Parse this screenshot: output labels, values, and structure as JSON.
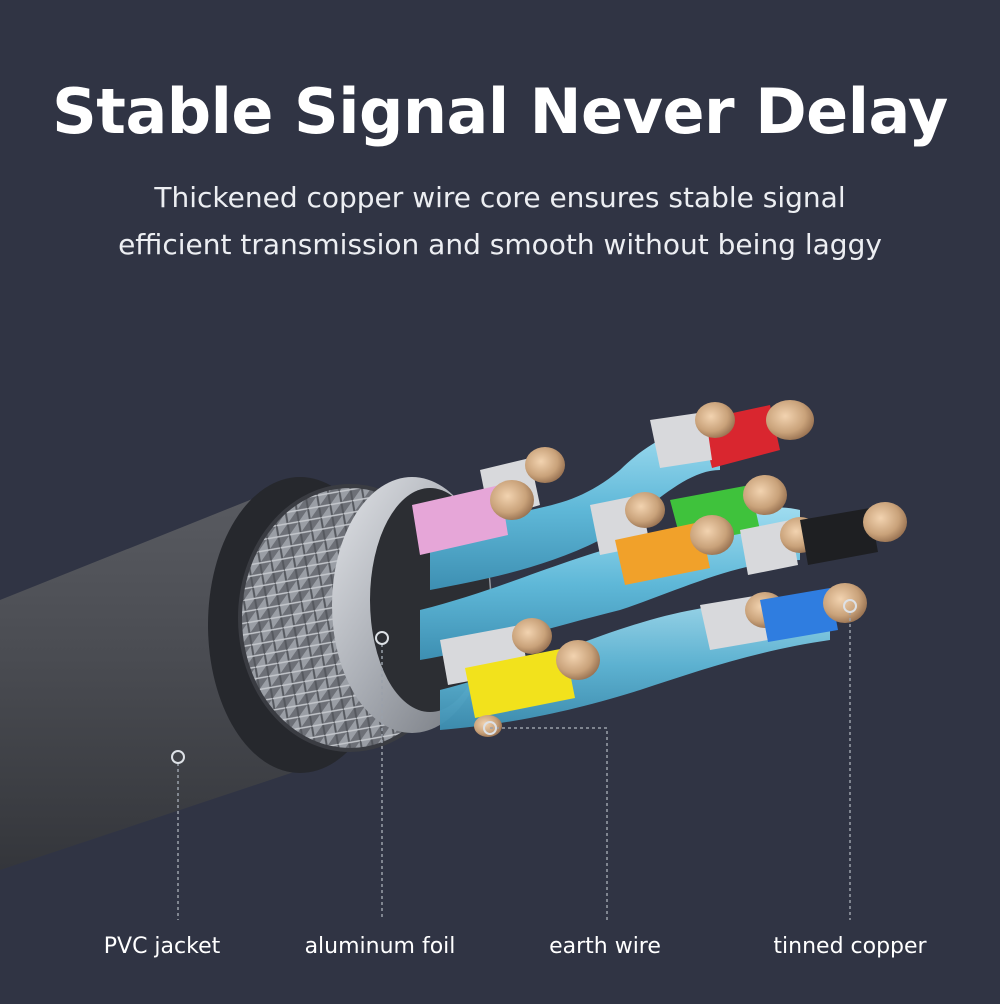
{
  "header": {
    "title": "Stable Signal Never Delay",
    "subtitle_line1": "Thickened copper wire core ensures stable signal",
    "subtitle_line2": "efficient transmission and smooth without being laggy"
  },
  "callouts": {
    "pvc_jacket": "PVC jacket",
    "aluminum_foil": "aluminum foil",
    "earth_wire": "earth wire",
    "tinned_copper": "tinned copper"
  },
  "colors": {
    "background": "#303444",
    "jacket": "#4a4c52",
    "shield": "#8a8d94",
    "foil": "#b8bcc2",
    "pair_wrap": "#5fb8d8",
    "copper": "#c9a27a",
    "wire_red": "#d9262f",
    "wire_pink": "#e6a6d8",
    "wire_green": "#3fc23c",
    "wire_orange": "#f1a12a",
    "wire_white": "#d8d9dc",
    "wire_black": "#1e1f22",
    "wire_blue": "#2f7de0",
    "wire_yellow": "#f2e21c"
  }
}
